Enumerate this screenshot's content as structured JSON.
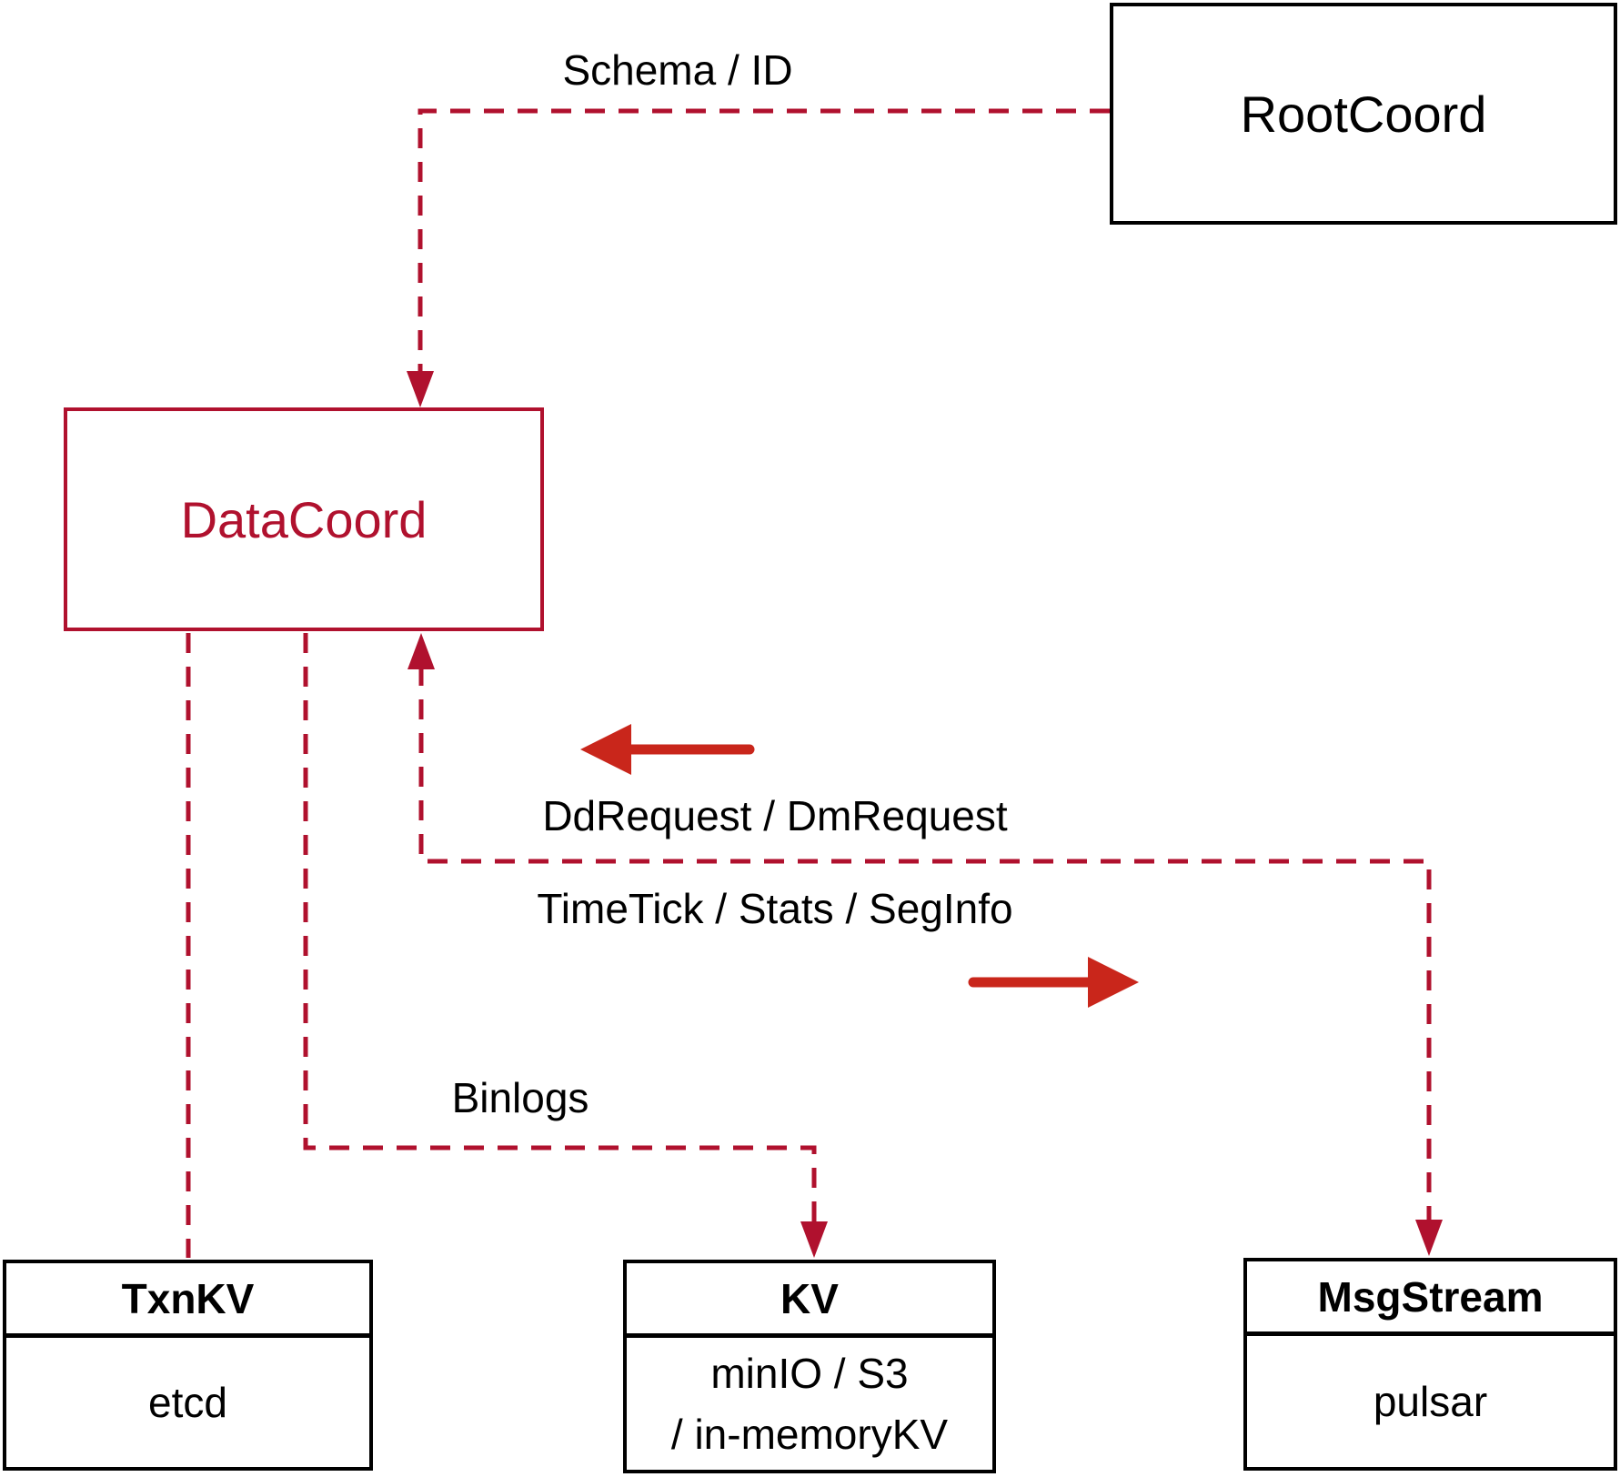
{
  "colors": {
    "connector": "#B0112E",
    "arrow": "#C9261B",
    "border": "#000000",
    "text": "#000000",
    "bg": "#FFFFFF"
  },
  "nodes": {
    "rootcoord": {
      "label": "RootCoord"
    },
    "datacoord": {
      "label": "DataCoord"
    },
    "txnkv": {
      "title": "TxnKV",
      "body": "etcd"
    },
    "kv": {
      "title": "KV",
      "body_line1": "minIO / S3",
      "body_line2": "/ in-memoryKV"
    },
    "msgstream": {
      "title": "MsgStream",
      "body": "pulsar"
    }
  },
  "edges": {
    "schema_id_label": "Schema / ID",
    "dd_dm_request_label": "DdRequest / DmRequest",
    "timetick_stats_seginfo_label": "TimeTick / Stats / SegInfo",
    "binlogs_label": "Binlogs"
  }
}
